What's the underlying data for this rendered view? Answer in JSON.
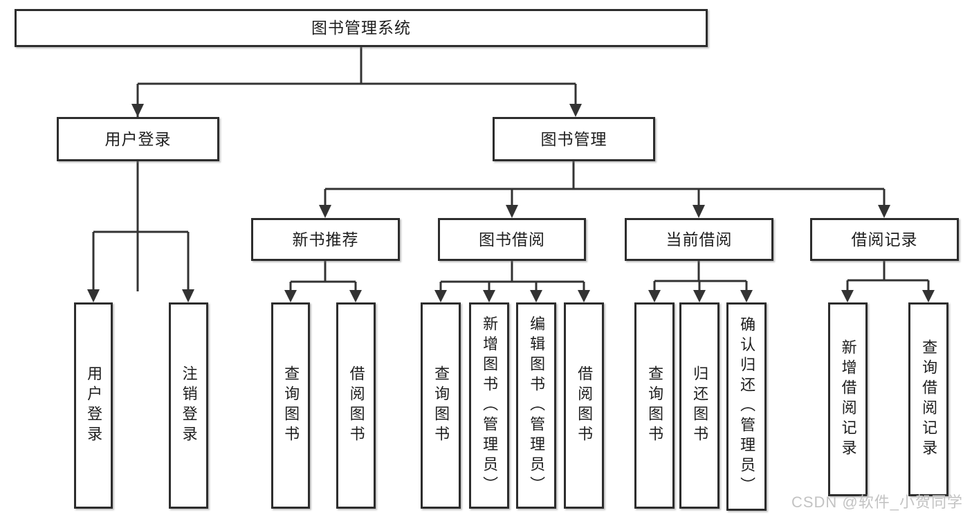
{
  "colors": {
    "background": "#ffffff",
    "line": "#333333",
    "border": "#2d2d2d",
    "text": "#1e1e1e",
    "watermark": "#c3c3c3"
  },
  "diagram": {
    "root": {
      "label": "图书管理系统"
    },
    "branches": [
      {
        "label": "用户登录",
        "children": [
          {
            "label": "用户登录"
          },
          {
            "label": "注销登录"
          }
        ]
      },
      {
        "label": "图书管理",
        "groups": [
          {
            "label": "新书推荐",
            "children": [
              {
                "label": "查询图书"
              },
              {
                "label": "借阅图书"
              }
            ]
          },
          {
            "label": "图书借阅",
            "children": [
              {
                "label": "查询图书"
              },
              {
                "label": "新增图书（管理员）"
              },
              {
                "label": "编辑图书（管理员）"
              },
              {
                "label": "借阅图书"
              }
            ]
          },
          {
            "label": "当前借阅",
            "children": [
              {
                "label": "查询图书"
              },
              {
                "label": "归还图书"
              },
              {
                "label": "确认归还（管理员）"
              }
            ]
          },
          {
            "label": "借阅记录",
            "children": [
              {
                "label": "新增借阅记录"
              },
              {
                "label": "查询借阅记录"
              }
            ]
          }
        ]
      }
    ]
  },
  "watermark": {
    "text": "CSDN @软件_小贺同学"
  }
}
